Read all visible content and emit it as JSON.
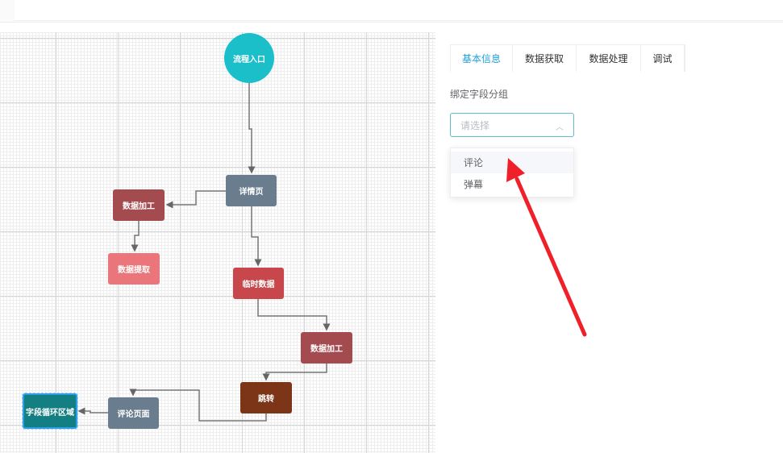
{
  "flow": {
    "nodes": [
      {
        "id": "entry",
        "label": "流程入口",
        "color": "#1bbfca"
      },
      {
        "id": "detail",
        "label": "详情页",
        "color": "#6a7d8e"
      },
      {
        "id": "process1",
        "label": "数据加工",
        "color": "#a34b4f"
      },
      {
        "id": "extract",
        "label": "数据提取",
        "color": "#ea757a"
      },
      {
        "id": "temp",
        "label": "临时数据",
        "color": "#c8474d"
      },
      {
        "id": "process2",
        "label": "数据加工",
        "color": "#a34b4f"
      },
      {
        "id": "jump",
        "label": "跳转",
        "color": "#7d3518"
      },
      {
        "id": "comment_page",
        "label": "评论页面",
        "color": "#6a7d8e"
      },
      {
        "id": "loop",
        "label": "字段循环区域",
        "color": "#137f82"
      }
    ]
  },
  "panel": {
    "tabs": [
      {
        "label": "基本信息",
        "active": true
      },
      {
        "label": "数据获取"
      },
      {
        "label": "数据处理"
      },
      {
        "label": "调试"
      }
    ],
    "field_label": "绑定字段分组",
    "select": {
      "placeholder": "请选择",
      "options": [
        "评论",
        "弹幕"
      ]
    }
  }
}
